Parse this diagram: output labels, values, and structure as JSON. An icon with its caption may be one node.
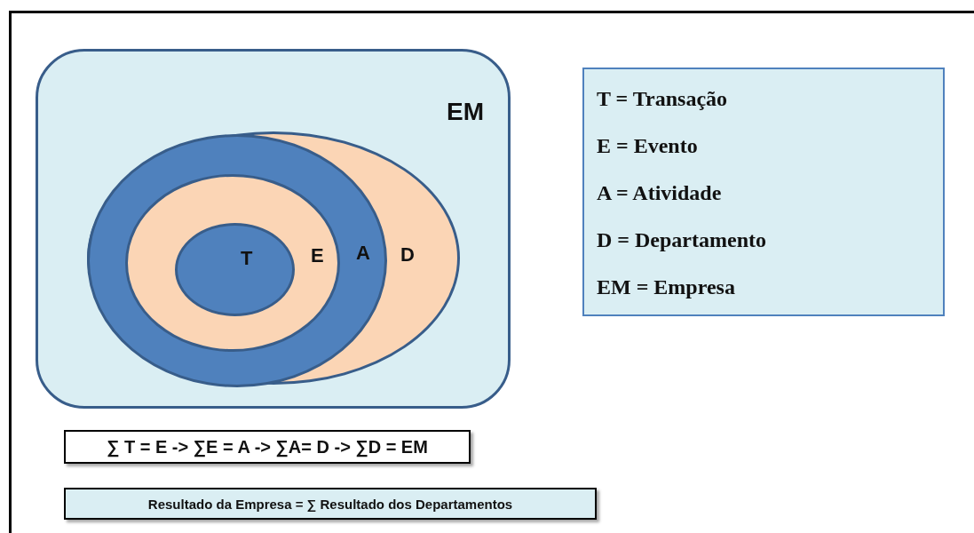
{
  "diagram": {
    "nodes": [
      {
        "text": [
          "EM"
        ]
      },
      {
        "text": [
          "D"
        ],
        "in": 0
      },
      {
        "text": [
          "A"
        ],
        "in": 1
      },
      {
        "text": [
          "E"
        ],
        "in": 2
      },
      {
        "text": [
          "T"
        ],
        "in": 3
      },
      {
        "text": [
          "T = Transação",
          "E = Evento",
          "A = Atividade",
          "D = Departamento",
          "EM = Empresa"
        ]
      },
      {
        "text": [
          "∑ T = E -> ∑E = A -> ∑A= D -> ∑D = EM"
        ]
      },
      {
        "text": [
          "Resultado da Empresa = ∑ Resultado dos Departamentos"
        ]
      }
    ],
    "edges": []
  }
}
